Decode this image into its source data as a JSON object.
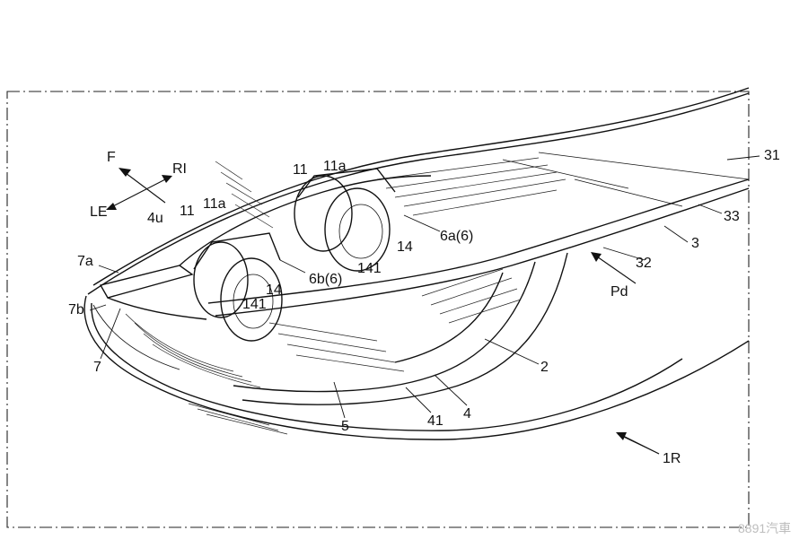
{
  "figure": {
    "directions": {
      "front": "F",
      "right": "RI",
      "left": "LE"
    },
    "labels": {
      "l31": "31",
      "l33": "33",
      "l3": "3",
      "l32": "32",
      "lPd": "Pd",
      "l2": "2",
      "l4": "4",
      "l41": "41",
      "l5": "5",
      "l1R": "1R",
      "l7a": "7a",
      "l7b": "7b",
      "l7": "7",
      "l4u": "4u",
      "l11_left": "11",
      "l11a_left": "11a",
      "l11_right": "11",
      "l11a_right": "11a",
      "l14_left": "14",
      "l141_left": "141",
      "l14_right": "14",
      "l141_right": "141",
      "l6a": "6a(6)",
      "l6b": "6b(6)"
    }
  },
  "watermark": "8891汽車"
}
